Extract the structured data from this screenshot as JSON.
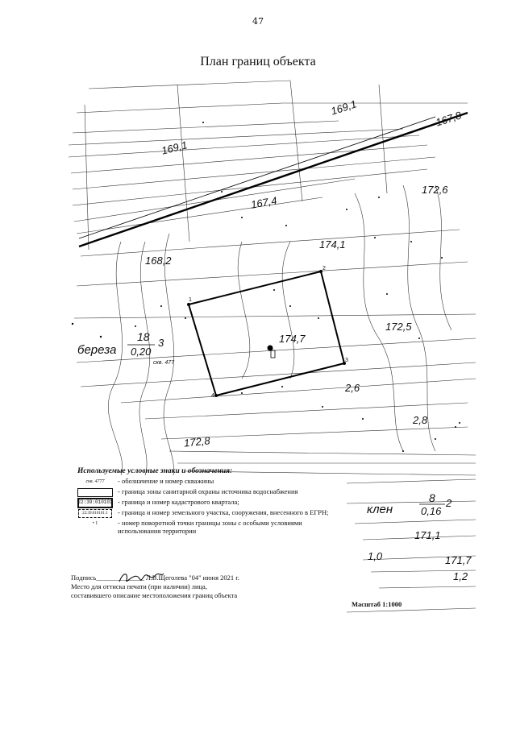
{
  "page_number": "47",
  "title": "План границ объекта",
  "map": {
    "contour_labels": [
      "169,1",
      "167,8",
      "169,1",
      "167,4",
      "172,6",
      "174,1",
      "168,2",
      "172,5",
      "174,7",
      "2,6",
      "2,8",
      "172,8",
      "171,1",
      "171,7",
      "1,0",
      "1,2"
    ],
    "well_label": "скв. 4777",
    "well_label_small": "скв. 477",
    "point_numbers": [
      "1",
      "2",
      "3",
      "4"
    ],
    "tree_birch": {
      "name": "береза",
      "numerator": "18",
      "denominator": "0,20",
      "count": "3"
    },
    "tree_maple": {
      "name": "клен",
      "numerator": "8",
      "denominator": "0,16",
      "count": "2"
    }
  },
  "legend": {
    "title": "Используемые условные знаки и обозначения:",
    "items": [
      {
        "symbol": "скв. 4777",
        "text": "- обозначение и номер скважины"
      },
      {
        "symbol": "",
        "text": "- граница зоны санитарной охраны источника водоснабжения"
      },
      {
        "symbol": "22:39:010101",
        "text": "- граница и номер кадастрового квартала;"
      },
      {
        "symbol": "22:39:010101:1",
        "text": "- граница и номер земельного участка, сооружения, внесенного в ЕГРН;"
      },
      {
        "symbol": "• 1",
        "text": "- номер поворотной точки границы зоны с особыми условиями использования территории"
      }
    ]
  },
  "signature": {
    "line1": "Подпись______________ Л.В.Щеголева  \"04\" июня 2021 г.",
    "line2": "Место для оттиска печати (при наличии) лица,",
    "line3": "составившего описание местоположения границ объекта"
  },
  "scale": "Масштаб 1:1000"
}
